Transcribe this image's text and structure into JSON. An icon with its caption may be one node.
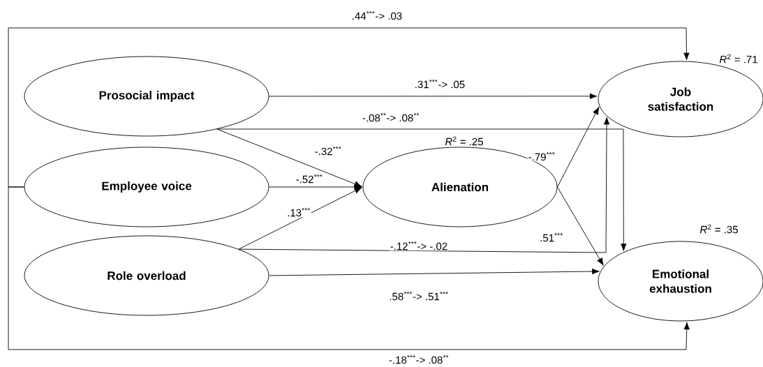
{
  "diagram": {
    "nodes": [
      {
        "text": [
          "Prosocial impact"
        ]
      },
      {
        "text": [
          "Employee voice"
        ]
      },
      {
        "text": [
          "Alienation"
        ],
        "beside": [
          "*R*$^{2}$ = .25"
        ]
      },
      {
        "text": [
          "Role overload"
        ]
      },
      {
        "text": [
          "Job satisfaction"
        ],
        "beside": [
          "*R*$^{2}$ = .71"
        ]
      },
      {
        "text": [
          "Emotional exhaustion"
        ],
        "beside": [
          "*R*$^{2}$ = .35"
        ]
      }
    ],
    "edges": [
      {
        "from": 1,
        "to": 4,
        "arrow": "to",
        "label": ".44$^{***}$-> .03"
      },
      {
        "from": 0,
        "to": 4,
        "arrow": "to",
        "label": ".31$^{***}$-> .05"
      },
      {
        "from": 0,
        "to": 5,
        "arrow": "to",
        "label": "-.08$^{**}$-> .08$^{**}$"
      },
      {
        "from": 0,
        "to": 2,
        "arrow": "to",
        "label": "-.32$^{***}$"
      },
      {
        "from": 1,
        "to": 2,
        "arrow": "to",
        "label": "-.52$^{***}$"
      },
      {
        "from": 3,
        "to": 2,
        "arrow": "to",
        "label": ".13$^{***}$"
      },
      {
        "from": 2,
        "to": 4,
        "arrow": "to",
        "label": "-.79$^{***}$"
      },
      {
        "from": 2,
        "to": 5,
        "arrow": "to",
        "label": ".51$^{***}$"
      },
      {
        "from": 3,
        "to": 4,
        "arrow": "to",
        "label": "-.12$^{***}$-> -.02"
      },
      {
        "from": 3,
        "to": 5,
        "arrow": "to",
        "label": ".58$^{***}$-> .51$^{***}$"
      },
      {
        "from": 1,
        "to": 5,
        "arrow": "to",
        "label": "-.18$^{***}$-> .08$^{**}$"
      }
    ]
  }
}
